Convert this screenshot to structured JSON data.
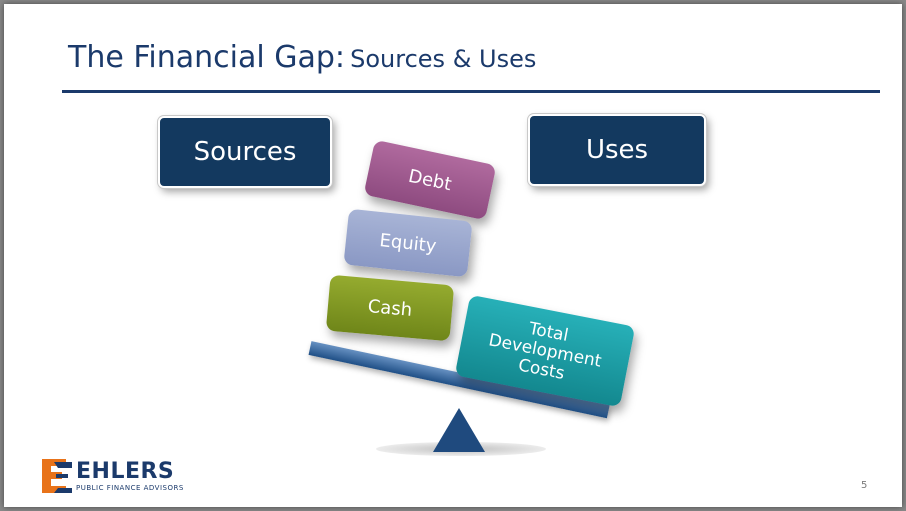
{
  "slide": {
    "title_main": "The Financial Gap:",
    "title_sub": "Sources & Uses",
    "sources_label": "Sources",
    "uses_label": "Uses",
    "blocks": {
      "debt": "Debt",
      "equity": "Equity",
      "cash": "Cash",
      "total_development_costs": [
        "Total",
        "Development",
        "Costs"
      ]
    },
    "logo": {
      "name": "EHLERS",
      "tagline": "PUBLIC FINANCE ADVISORS"
    },
    "page_number": "5"
  },
  "colors": {
    "brand": "#1b3a6b",
    "debt": "#9d5a8e",
    "equity": "#97a4cd",
    "cash": "#7f9625",
    "total_development_costs": "#1d9ea6",
    "logo_orange": "#e8731a"
  }
}
